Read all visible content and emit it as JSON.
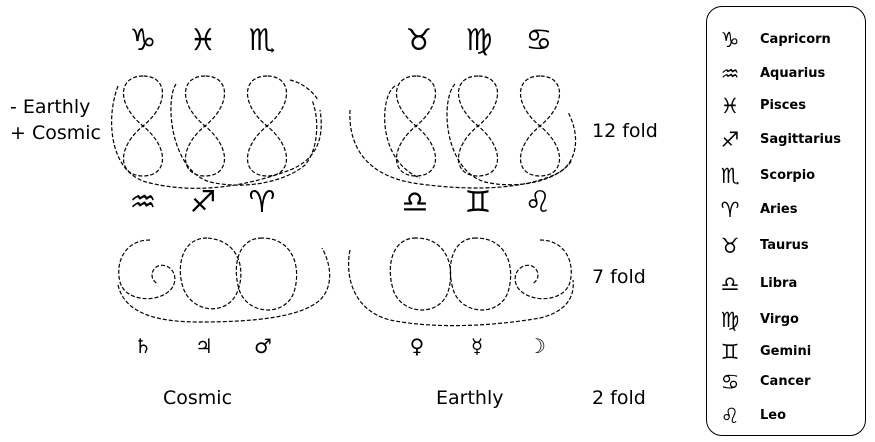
{
  "zodiac_upper": {
    "capricorn": "♑",
    "pisces": "♓",
    "scorpio": "♏",
    "taurus": "♉",
    "virgo": "♍",
    "cancer": "♋"
  },
  "zodiac_middle": {
    "aquarius": "♒",
    "sagittarius": "♐",
    "aries": "♈",
    "libra": "♎",
    "gemini": "♊",
    "leo": "♌"
  },
  "planets": {
    "saturn": "♄",
    "jupiter": "♃",
    "mars": "♂",
    "venus": "♀",
    "mercury": "☿",
    "moon": "☽"
  },
  "labels": {
    "earthly_minus": "- Earthly",
    "cosmic_plus": "+ Cosmic",
    "fold_12": "12 fold",
    "fold_7": "7 fold",
    "fold_2": "2 fold",
    "cosmic": "Cosmic",
    "earthly": "Earthly"
  },
  "legend": [
    {
      "glyph": "♑",
      "name": "Capricorn"
    },
    {
      "glyph": "♒",
      "name": "Aquarius"
    },
    {
      "glyph": "♓",
      "name": "Pisces"
    },
    {
      "glyph": "♐",
      "name": "Sagittarius"
    },
    {
      "glyph": "♏",
      "name": "Scorpio"
    },
    {
      "glyph": "♈",
      "name": "Aries"
    },
    {
      "glyph": "♉",
      "name": "Taurus"
    },
    {
      "glyph": "♎",
      "name": "Libra"
    },
    {
      "glyph": "♍",
      "name": "Virgo"
    },
    {
      "glyph": "♊",
      "name": "Gemini"
    },
    {
      "glyph": "♋",
      "name": "Cancer"
    },
    {
      "glyph": "♌",
      "name": "Leo"
    }
  ]
}
